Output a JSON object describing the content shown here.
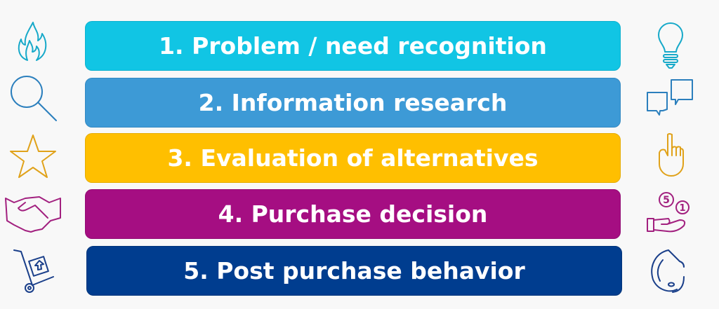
{
  "steps": [
    {
      "label": "1. Problem / need recognition",
      "color": "#11c5e4",
      "left_icon": "flame-icon",
      "right_icon": "lightbulb-icon"
    },
    {
      "label": "2. Information research",
      "color": "#3d9ad6",
      "left_icon": "magnifier-icon",
      "right_icon": "chat-bubbles-icon"
    },
    {
      "label": "3. Evaluation of alternatives",
      "color": "#ffbf00",
      "left_icon": "star-icon",
      "right_icon": "pointing-hand-icon"
    },
    {
      "label": "4. Purchase decision",
      "color": "#a50e82",
      "left_icon": "handshake-icon",
      "right_icon": "hand-coins-icon"
    },
    {
      "label": "5. Post purchase behavior",
      "color": "#003d8f",
      "left_icon": "hand-truck-icon",
      "right_icon": "customer-support-icon"
    }
  ],
  "coins": {
    "big": "5",
    "small": "1"
  }
}
